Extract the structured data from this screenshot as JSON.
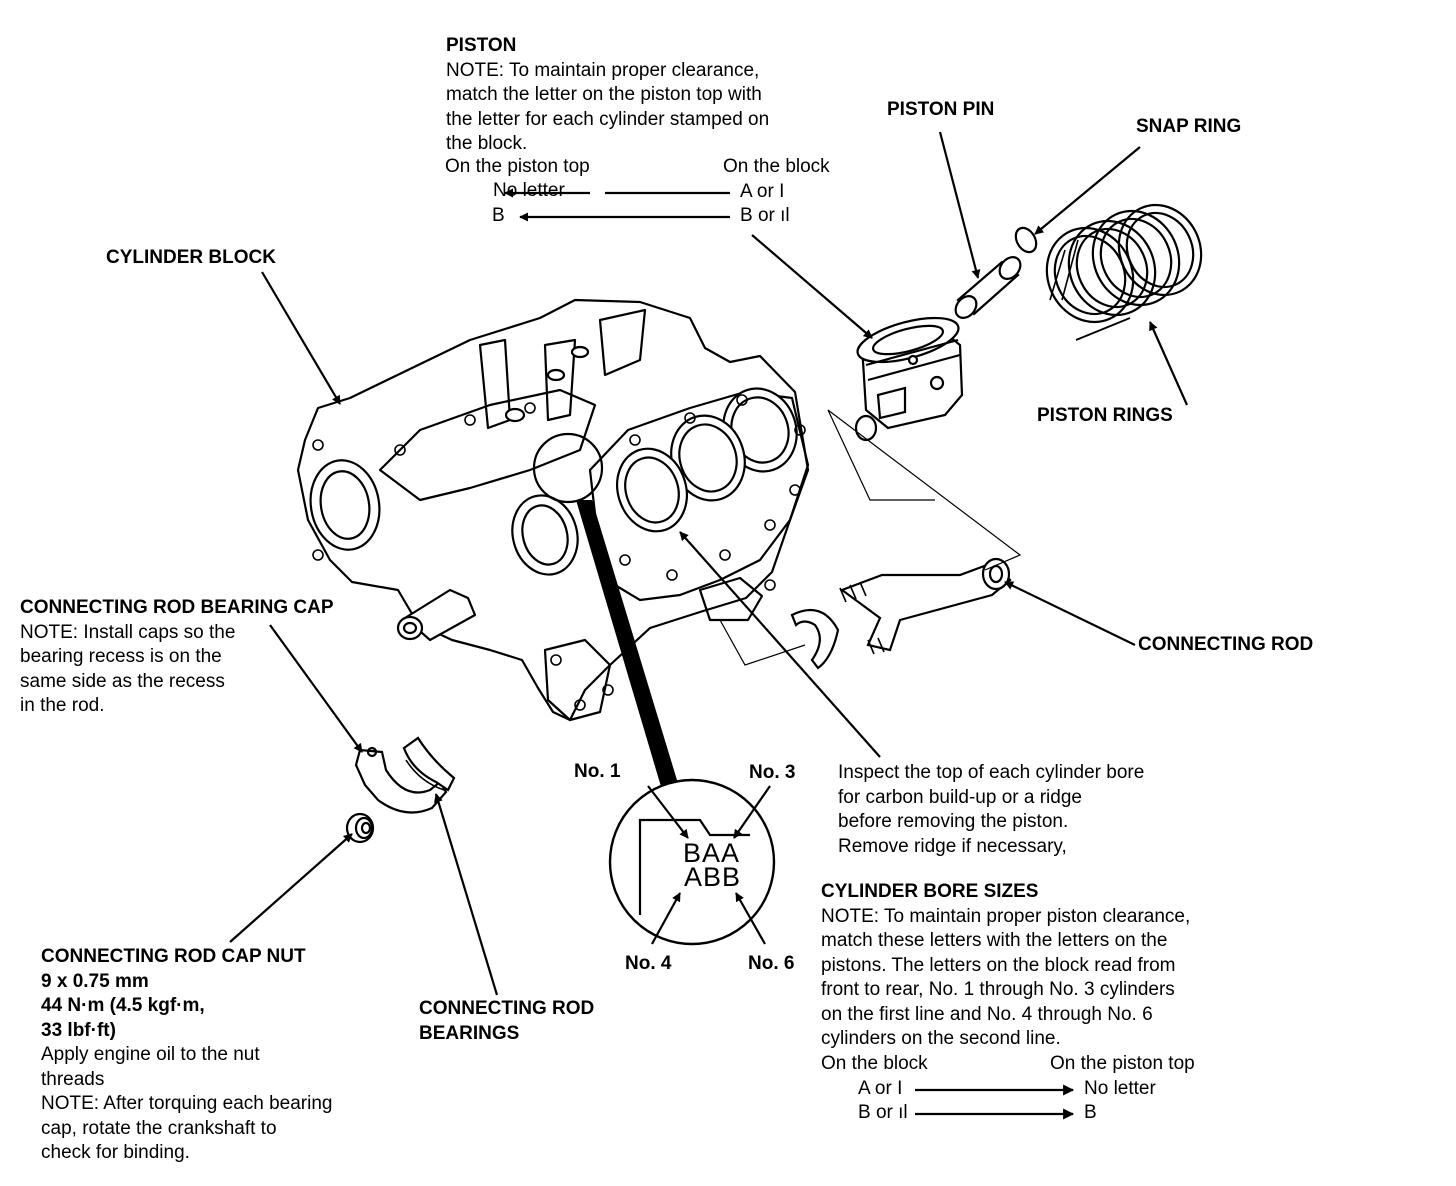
{
  "piston": {
    "title": "PISTON",
    "note": [
      "NOTE:  To maintain proper clearance,",
      "match the letter on the piston top with",
      "the letter for each cylinder stamped on",
      "the block."
    ],
    "map_header_left": "On the piston top",
    "map_header_right": "On the block",
    "map_rows": [
      {
        "left": "No letter",
        "right": "A or I"
      },
      {
        "left": "B",
        "right": "B or ıl"
      }
    ]
  },
  "piston_pin": "PISTON PIN",
  "snap_ring": "SNAP RING",
  "cylinder_block": "CYLINDER BLOCK",
  "piston_rings": "PISTON RINGS",
  "connecting_rod": "CONNECTING ROD",
  "rod_bearing_cap": {
    "title": "CONNECTING ROD BEARING CAP",
    "note": [
      "NOTE:  Install caps so the",
      "bearing recess is on the",
      "same side as the recess",
      "in the rod."
    ]
  },
  "bore_detail": {
    "no1": "No. 1",
    "no3": "No. 3",
    "no4": "No. 4",
    "no6": "No. 6",
    "line1": "BAA",
    "line2": "ABB"
  },
  "inspect_note": [
    "Inspect the top of each cylinder bore",
    "for carbon build-up or a ridge",
    "before removing the piston.",
    "Remove ridge if necessary,"
  ],
  "cap_nut": {
    "title": "CONNECTING ROD CAP NUT",
    "spec": [
      "9 x 0.75 mm",
      "44 N·m (4.5 kgf·m,",
      "33 lbf·ft)"
    ],
    "note": [
      "Apply engine oil to the nut",
      "threads",
      "NOTE:  After torquing each bearing",
      "cap, rotate the crankshaft to",
      "check for binding."
    ]
  },
  "rod_bearings": [
    "CONNECTING ROD",
    "BEARINGS"
  ],
  "bore_sizes": {
    "title": "CYLINDER BORE SIZES",
    "note": [
      "NOTE:  To maintain proper piston clearance,",
      "match these letters with the letters on the",
      "pistons. The letters on the block read from",
      "front to rear, No. 1 through No. 3 cylinders",
      "on the first line and No. 4 through No. 6",
      "cylinders on the second line."
    ],
    "map_header_left": "On the block",
    "map_header_right": "On the piston top",
    "map_rows": [
      {
        "left": "A or I",
        "right": "No letter"
      },
      {
        "left": "B or ıl",
        "right": "B"
      }
    ]
  }
}
